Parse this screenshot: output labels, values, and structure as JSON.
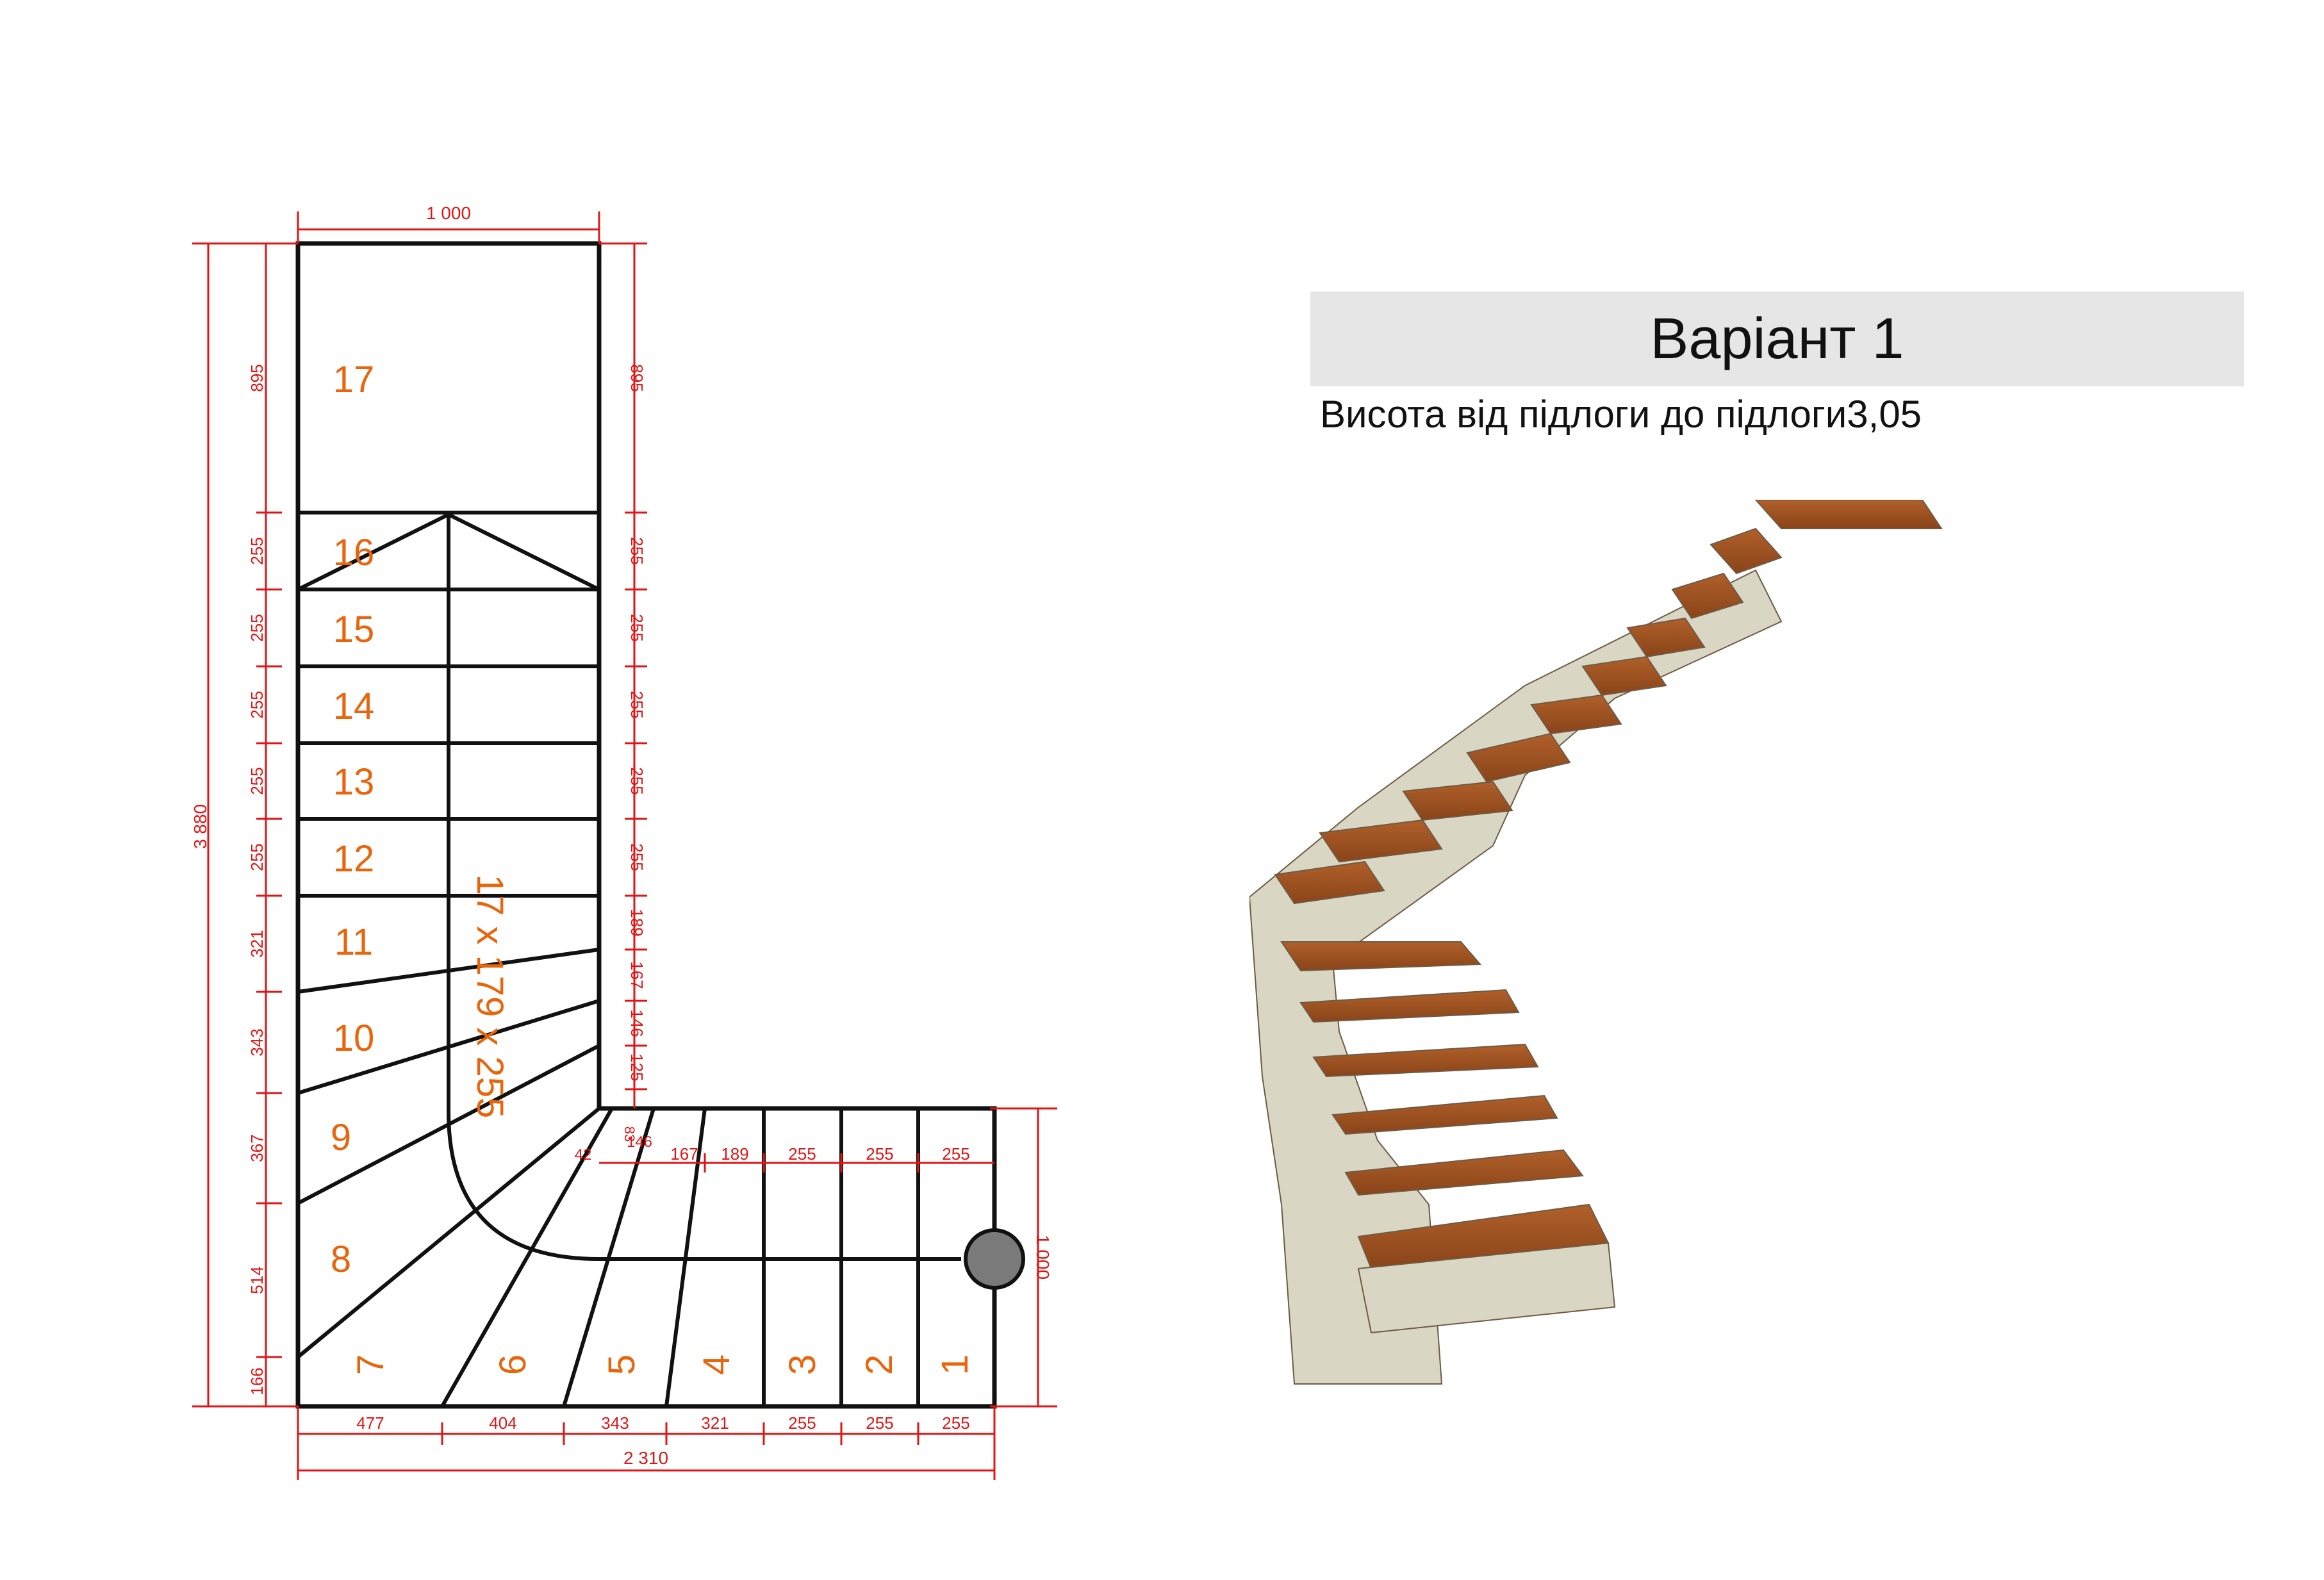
{
  "title": "Варіант 1",
  "subtitle": "Висота від підлоги до підлоги3,05",
  "step_label": "17 x 179 x 255",
  "steps": [
    "1",
    "2",
    "3",
    "4",
    "5",
    "6",
    "7",
    "8",
    "9",
    "10",
    "11",
    "12",
    "13",
    "14",
    "15",
    "16",
    "17"
  ],
  "dimensions": {
    "top_width": "1 000",
    "total_height": "3 880",
    "total_width": "2 310",
    "right_flight_width": "1 000",
    "left_side": [
      "895",
      "255",
      "255",
      "255",
      "255",
      "255",
      "321",
      "343",
      "367",
      "514",
      "166"
    ],
    "right_side": [
      "895",
      "255",
      "255",
      "255",
      "255",
      "255",
      "189",
      "167",
      "146",
      "125"
    ],
    "bottom_outer": [
      "477",
      "404",
      "343",
      "321",
      "255",
      "255",
      "255"
    ],
    "bottom_inner": [
      "42",
      "83",
      "146",
      "167",
      "189",
      "255",
      "255",
      "255"
    ]
  },
  "colors": {
    "lines": "#111111",
    "dimensions": "#e01515",
    "step_numbers": "#e8650c",
    "title_bar": "#e6e6e6",
    "tread": "#9a4f1f",
    "riser": "#d9d6c3",
    "column": "#7a7a7a"
  }
}
